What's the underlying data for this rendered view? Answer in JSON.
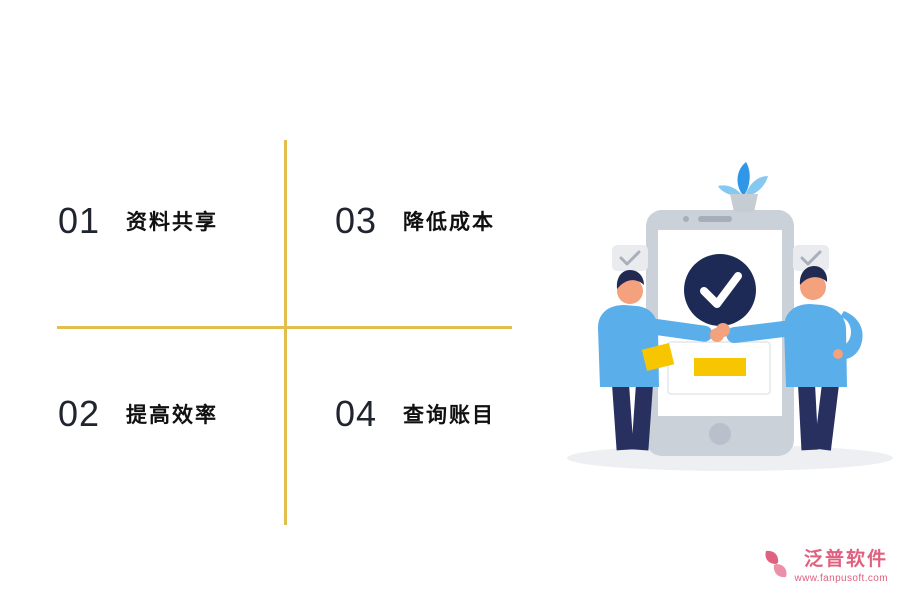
{
  "features": [
    {
      "number": "01",
      "label": "资料共享"
    },
    {
      "number": "02",
      "label": "提高效率"
    },
    {
      "number": "03",
      "label": "降低成本"
    },
    {
      "number": "04",
      "label": "查询账目"
    }
  ],
  "brand": {
    "name": "泛普软件",
    "url": "www.fanpusoft.com"
  },
  "colors": {
    "divider_gold": "#E4BE4C",
    "accent_yellow": "#F8C600",
    "navy": "#1D2A56",
    "shirt_blue": "#5AAEE9",
    "phone_gray": "#CBD1D9",
    "brand_pink": "#E0607F"
  }
}
